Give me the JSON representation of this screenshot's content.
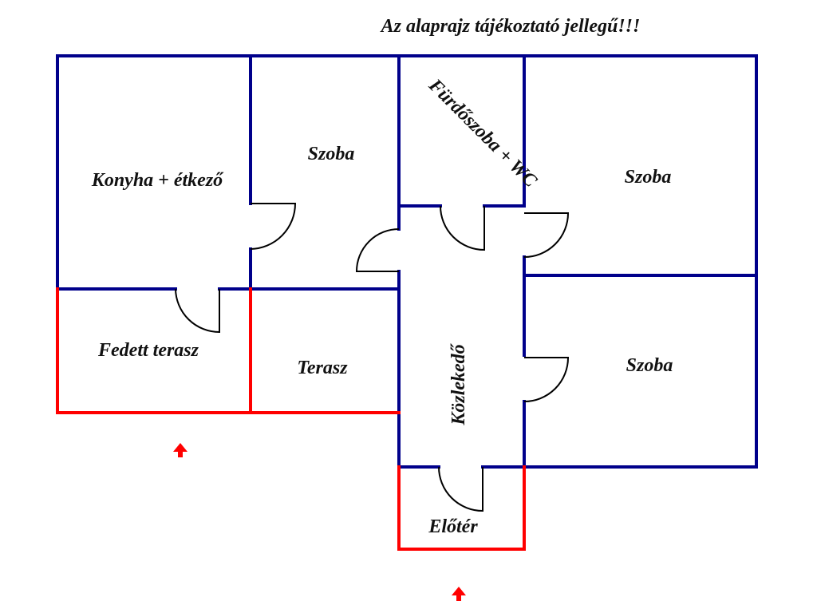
{
  "title": "Az alaprajz tájékoztató jellegű!!!",
  "rooms": {
    "kitchen": "Konyha + étkező",
    "room1": "Szoba",
    "bathroom": "Fürdőszoba + WC",
    "room2": "Szoba",
    "room3": "Szoba",
    "covered_terrace": "Fedett terasz",
    "terrace": "Terasz",
    "corridor": "Közlekedő",
    "entrance": "Előtér"
  },
  "colors": {
    "interior_wall": "#00008b",
    "exterior_wall": "#ff0000",
    "arrow": "#ff0000"
  }
}
